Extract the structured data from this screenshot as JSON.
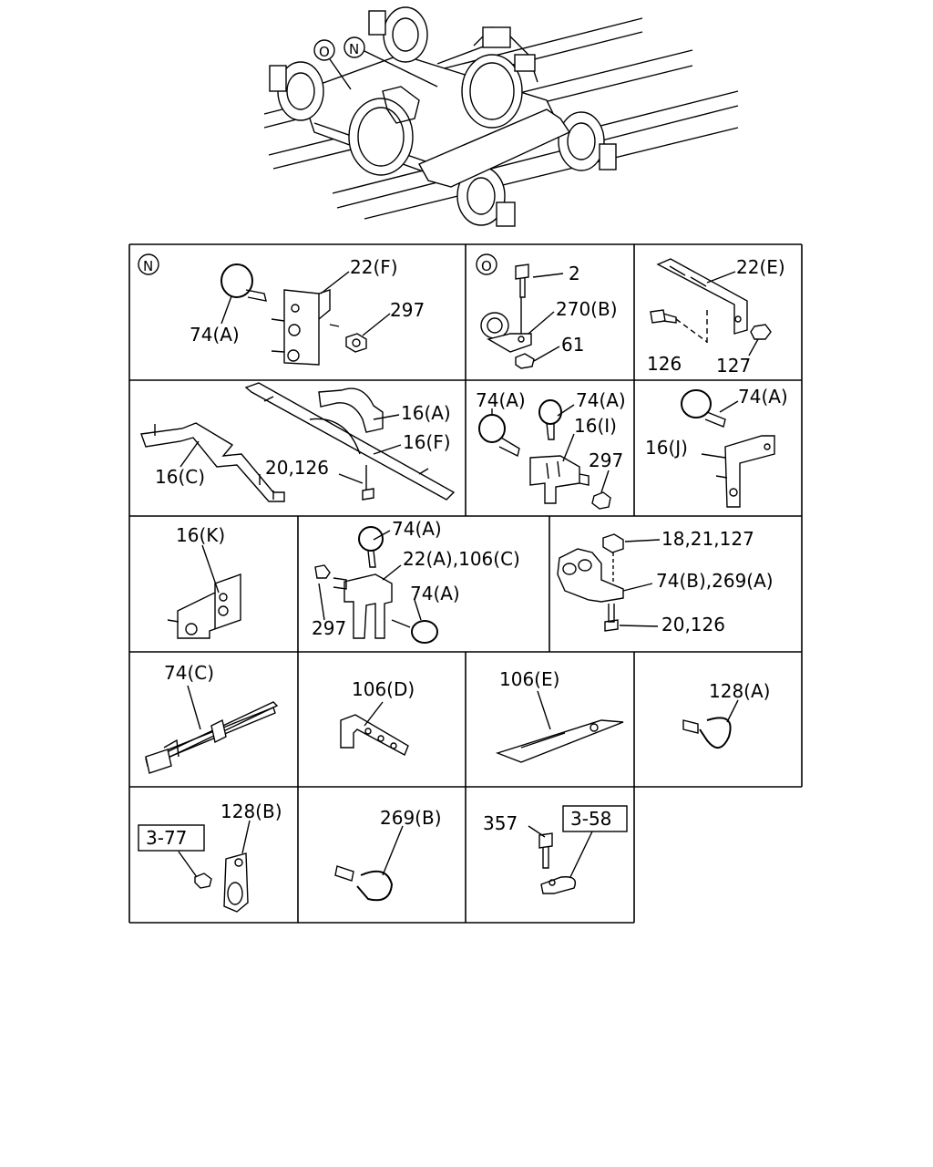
{
  "overview": {
    "callout_o": "O",
    "callout_n": "N"
  },
  "cells": {
    "n": {
      "marker": "N",
      "labels": [
        "22(F)",
        "297",
        "74(A)"
      ]
    },
    "o": {
      "marker": "O",
      "labels": [
        "2",
        "270(B)",
        "61"
      ]
    },
    "e22": {
      "labels": [
        "22(E)",
        "126",
        "127"
      ]
    },
    "brackets16": {
      "labels": [
        "16(A)",
        "16(F)",
        "16(C)",
        "20,126"
      ]
    },
    "i16": {
      "labels": [
        "74(A)",
        "74(A)",
        "16(I)",
        "297"
      ]
    },
    "j16": {
      "labels": [
        "74(A)",
        "16(J)"
      ]
    },
    "k16": {
      "labels": [
        "16(K)"
      ]
    },
    "a22": {
      "labels": [
        "74(A)",
        "22(A),106(C)",
        "74(A)",
        "297"
      ]
    },
    "b74": {
      "labels": [
        "18,21,127",
        "74(B),269(A)",
        "20,126"
      ]
    },
    "c74": {
      "labels": [
        "74(C)"
      ]
    },
    "d106": {
      "labels": [
        "106(D)"
      ]
    },
    "e106": {
      "labels": [
        "106(E)"
      ]
    },
    "a128": {
      "labels": [
        "128(A)"
      ]
    },
    "b128": {
      "labels": [
        "128(B)"
      ],
      "ref_box": "3-77"
    },
    "b269": {
      "labels": [
        "269(B)"
      ]
    },
    "s357": {
      "labels": [
        "357"
      ],
      "ref_box": "3-58"
    }
  }
}
